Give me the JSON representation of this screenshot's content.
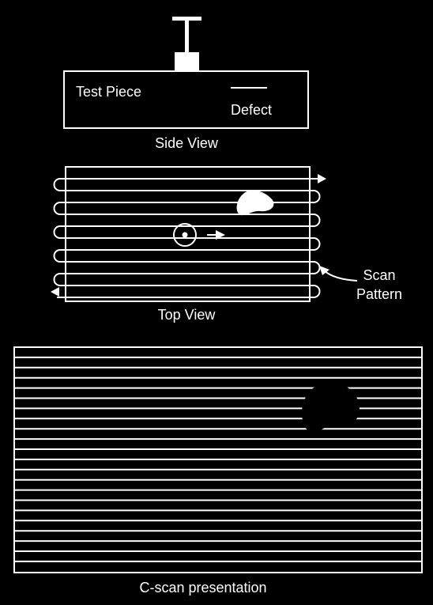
{
  "colors": {
    "background": "#000000",
    "line": "#ffffff"
  },
  "side_view": {
    "test_piece_label": "Test Piece",
    "defect_label": "Defect",
    "caption": "Side View"
  },
  "top_view": {
    "caption": "Top View",
    "scan_label_line1": "Scan",
    "scan_label_line2": "Pattern"
  },
  "cscan": {
    "caption": "C-scan presentation"
  }
}
